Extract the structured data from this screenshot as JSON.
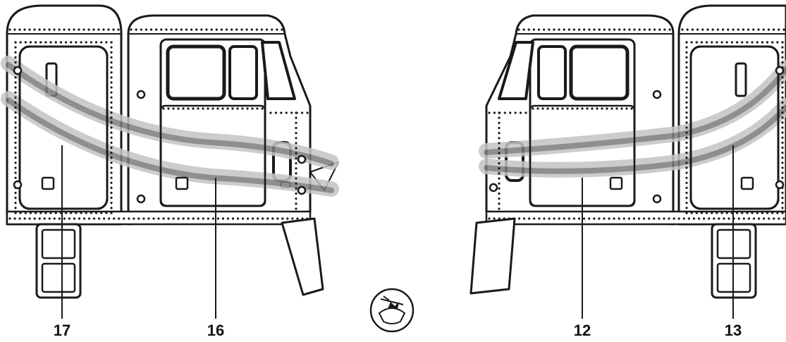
{
  "labels": {
    "part_17": "17",
    "part_16": "16",
    "part_12": "12",
    "part_13": "13"
  },
  "colors": {
    "ink": "#1a1a1a",
    "stripe_light": "#c4c4c4",
    "stripe_dark": "#7c7c7c",
    "background": "#ffffff"
  },
  "icons": {
    "center": "decal-symbol-icon"
  }
}
